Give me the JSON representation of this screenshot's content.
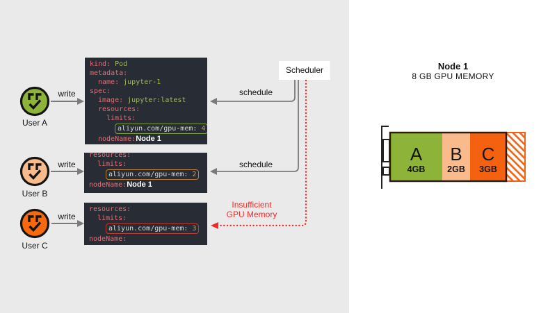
{
  "colors": {
    "left_bg": "#EAEAEA",
    "right_bg": "#FFFFFF",
    "code_bg": "#282D35",
    "code_key": "#E06C75",
    "code_value": "#A3B45F",
    "code_number": "#D19A66",
    "code_plain": "#D4D8D0",
    "arrow_gray": "#7A7A7A",
    "error_red": "#EF2B2A"
  },
  "users": [
    {
      "label": "User A",
      "action": "write",
      "color": "#8DB338"
    },
    {
      "label": "User B",
      "action": "write",
      "color": "#F9BA8C"
    },
    {
      "label": "User C",
      "action": "write",
      "color": "#F8690D"
    }
  ],
  "pods": [
    {
      "border": "#7FA33F",
      "lines": [
        {
          "indent": 0,
          "key": "kind:",
          "value": "Pod"
        },
        {
          "indent": 0,
          "key": "metadata:"
        },
        {
          "indent": 1,
          "key": "name:",
          "value": "jupyter-1"
        },
        {
          "indent": 0,
          "key": "spec:"
        },
        {
          "indent": 1,
          "key": "image:",
          "value": "jupyter:latest"
        },
        {
          "indent": 1,
          "key": "resources:"
        },
        {
          "indent": 2,
          "key": "limits:"
        },
        {
          "indent": 3,
          "boxed": "aliyun.com/gpu-mem:",
          "num": "4"
        },
        {
          "indent": 1,
          "key": "nodeName:",
          "node": "Node 1"
        }
      ]
    },
    {
      "border": "#C07E33",
      "lines": [
        {
          "indent": 0,
          "key": "resources:",
          "clipped": true
        },
        {
          "indent": 1,
          "key": "limits:"
        },
        {
          "indent": 2,
          "boxed": "aliyun.com/gpu-mem:",
          "num": "2"
        },
        {
          "indent": 0,
          "key": "nodeName:",
          "node": "Node 1"
        }
      ]
    },
    {
      "border": "#C2392F",
      "lines": [
        {
          "indent": 0,
          "key": "resources:"
        },
        {
          "indent": 1,
          "key": "limits:"
        },
        {
          "indent": 2,
          "boxed": "aliyun.com/gpu-mem:",
          "num": "3"
        },
        {
          "indent": 0,
          "key": "nodeName:",
          "node": ""
        }
      ]
    }
  ],
  "scheduler": {
    "label": "Scheduler",
    "arrow_label": "schedule",
    "error": "Insufficient\nGPU Memory"
  },
  "node": {
    "title": "Node 1",
    "subtitle": "8 GB GPU MEMORY",
    "total_memory_gb": 8,
    "segments": [
      {
        "label": "A",
        "size": "4GB",
        "color": "#8DB338",
        "width": 75
      },
      {
        "label": "B",
        "size": "2GB",
        "color": "#F9BA8C",
        "width": 40
      },
      {
        "label": "C",
        "size": "3GB",
        "color": "#F4610F",
        "width": 52
      }
    ],
    "overflow_width": 27
  }
}
